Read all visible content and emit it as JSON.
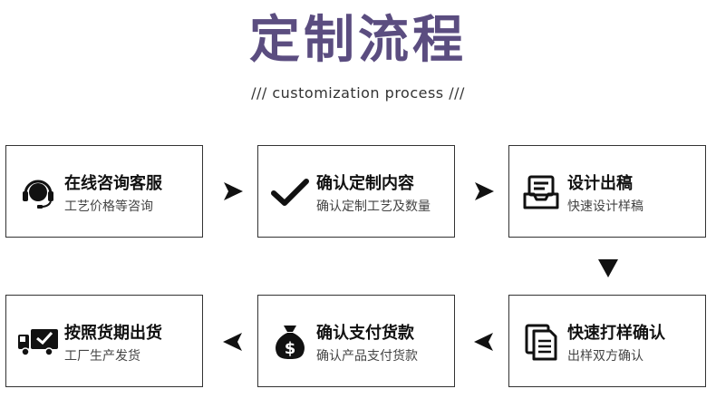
{
  "header": {
    "title": "定制流程",
    "subtitle": "/// customization process ///"
  },
  "steps": [
    {
      "title": "在线咨询客服",
      "desc": "工艺价格等咨询",
      "icon": "headset-icon"
    },
    {
      "title": "确认定制内容",
      "desc": "确认定制工艺及数量",
      "icon": "checkmark-icon"
    },
    {
      "title": "设计出稿",
      "desc": "快速设计样稿",
      "icon": "inbox-tray-icon"
    },
    {
      "title": "快速打样确认",
      "desc": "出样双方确认",
      "icon": "documents-icon"
    },
    {
      "title": "确认支付货款",
      "desc": "确认产品支付货款",
      "icon": "money-bag-icon"
    },
    {
      "title": "按照货期出货",
      "desc": "工厂生产发货",
      "icon": "delivery-truck-icon"
    }
  ],
  "colors": {
    "title": "#5b4d80",
    "border": "#333333",
    "icon": "#111111"
  }
}
